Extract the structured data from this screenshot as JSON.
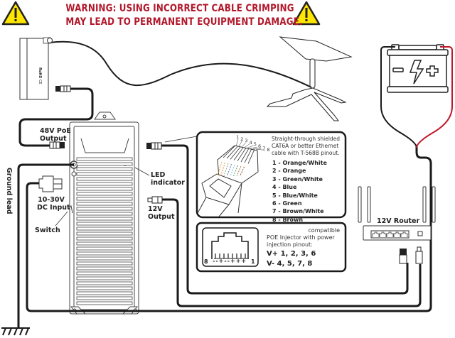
{
  "warning": {
    "line1": "WARNING: USING INCORRECT CABLE CRIMPING",
    "line2": "MAY LEAD TO PERMANENT EQUIPMENT DAMAGE.",
    "icon": "warning-triangle-icon",
    "color": "#b2182b",
    "icon_fill": "#ffe600"
  },
  "labels": {
    "poe_output": [
      "48V PoE",
      "Output"
    ],
    "led": [
      "LED",
      "indicator"
    ],
    "dc_output": [
      "12V",
      "Output"
    ],
    "dc_input": [
      "10-30V",
      "DC Input"
    ],
    "switch": "Switch",
    "ground": "Ground lead",
    "router": "12V Router"
  },
  "device_marks": {
    "rohs": "RoHS",
    "ce": "CE"
  },
  "cable_box": {
    "description": [
      "Straight-through shielded",
      "CAT6A or better Ethernet",
      "cable with T-568B pinout."
    ],
    "pin_numbers": [
      "1",
      "2",
      "3",
      "4",
      "5",
      "6",
      "7",
      "8"
    ],
    "pinout": [
      "1 - Orange/White",
      "2 - Orange",
      "3 - Green/White",
      "4 - Blue",
      "5 - Blue/White",
      "6 - Green",
      "7 - Brown/White",
      "8 - Brown"
    ]
  },
  "poe_box": {
    "description": [
      "compatible",
      "POE Injector with power",
      "injection pinout:"
    ],
    "vplus": "V+ 1, 2, 3, 6",
    "vminus": "V- 4, 5, 7, 8",
    "jack_left": "8",
    "jack_right": "1",
    "jack_polarity": "--+--+++"
  },
  "colors": {
    "wire": "#1a1a1a",
    "positive_wire": "#c0182a",
    "outline": "#333333"
  }
}
